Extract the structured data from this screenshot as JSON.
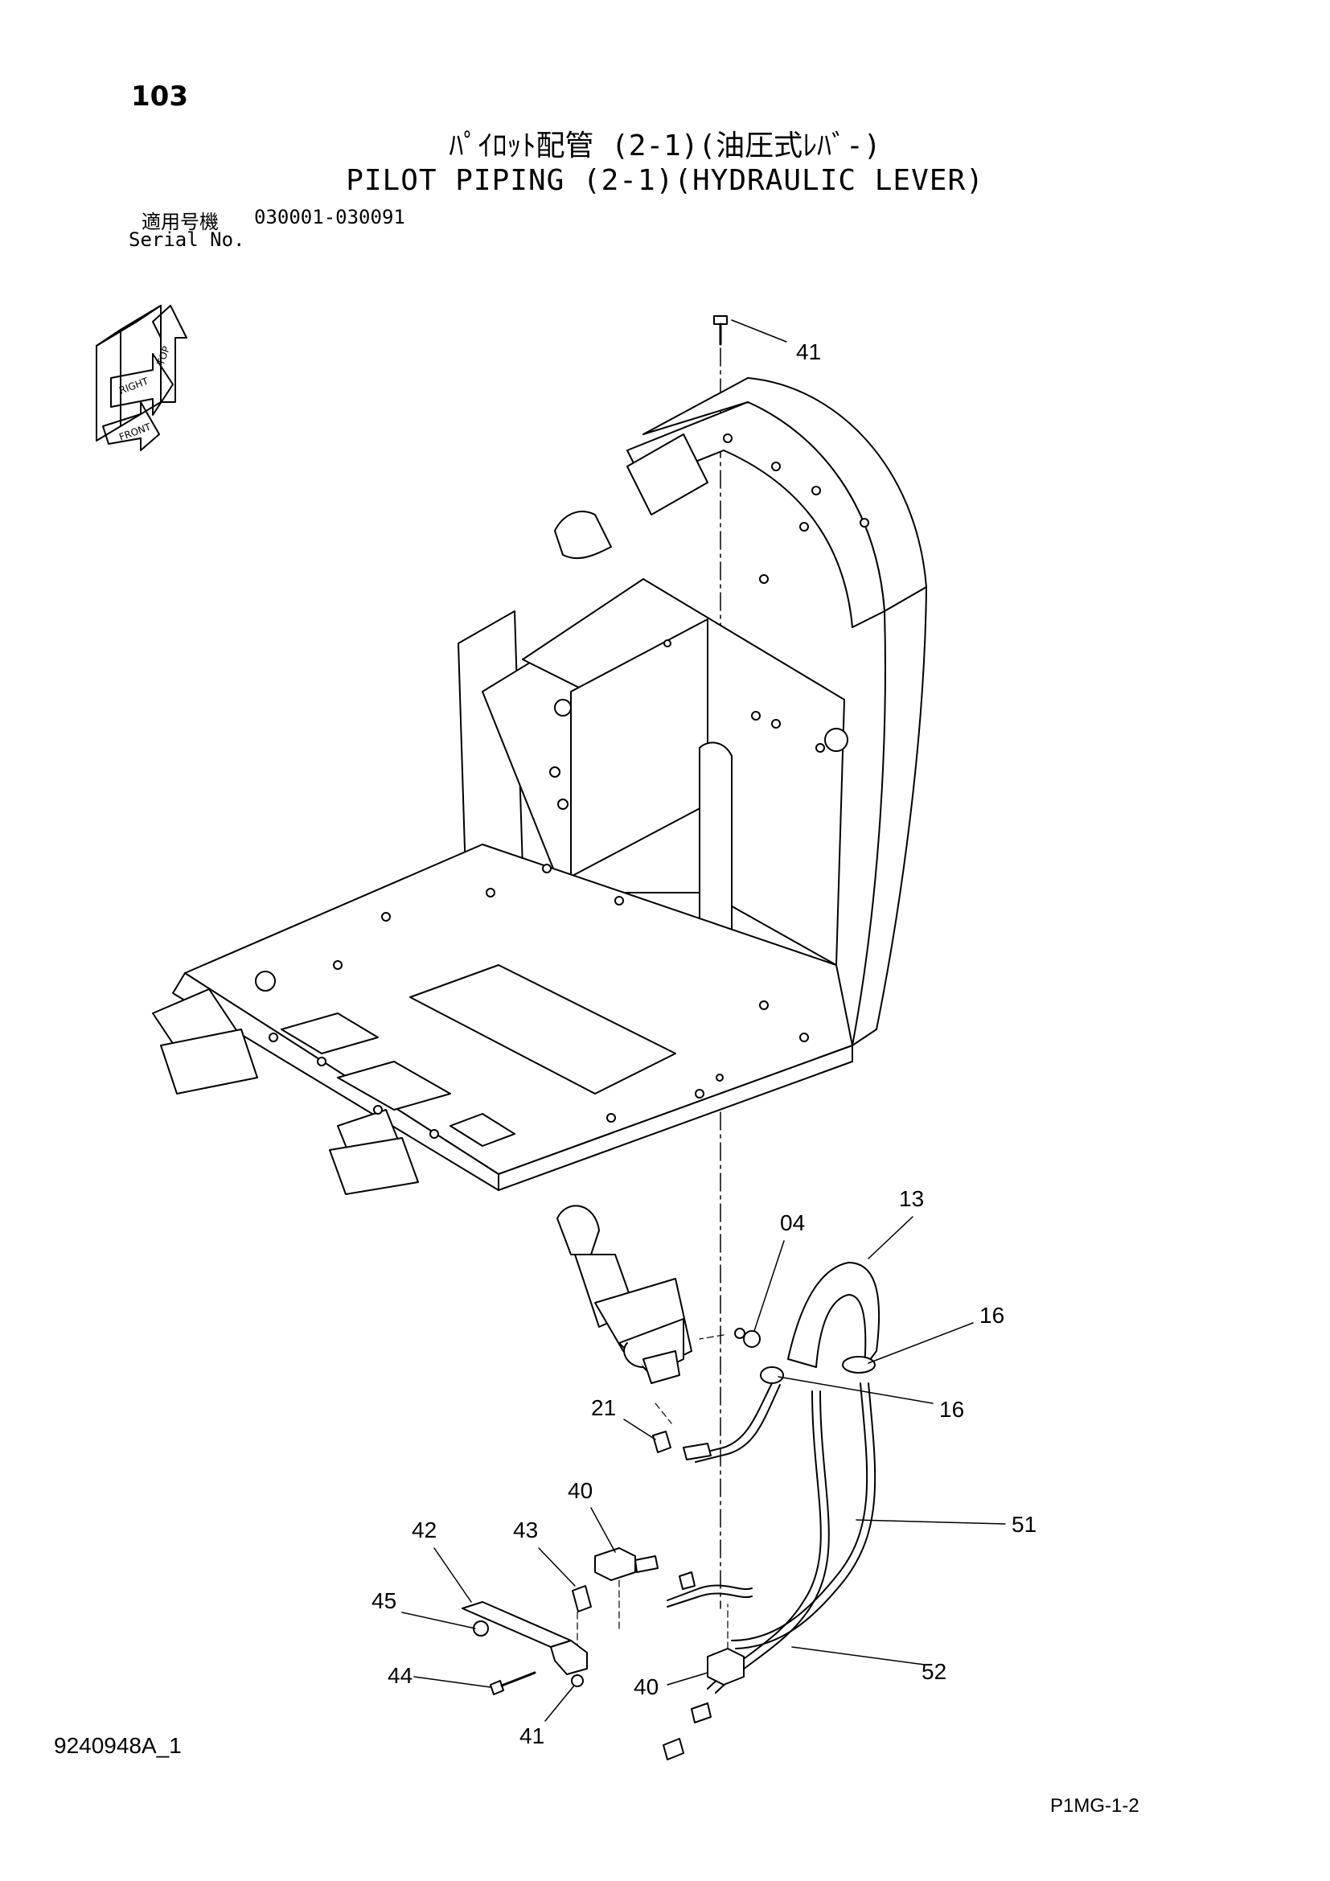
{
  "header": {
    "page_number": "103",
    "title_jp": "ﾊﾟｲﾛｯﾄ配管 (2-1)(油圧式ﾚﾊﾞ-)",
    "title_en": "PILOT PIPING (2-1)(HYDRAULIC LEVER)",
    "serial_label_jp": "適用号機",
    "serial_range": "030001-030091",
    "serial_label_en": "Serial No."
  },
  "orientation_icon": {
    "labels": [
      "TOP",
      "RIGHT",
      "FRONT"
    ]
  },
  "callouts": [
    {
      "id": "c41a",
      "label": "41"
    },
    {
      "id": "c13",
      "label": "13"
    },
    {
      "id": "c04",
      "label": "04"
    },
    {
      "id": "c16a",
      "label": "16"
    },
    {
      "id": "c16b",
      "label": "16"
    },
    {
      "id": "c21",
      "label": "21"
    },
    {
      "id": "c40a",
      "label": "40"
    },
    {
      "id": "c42",
      "label": "42"
    },
    {
      "id": "c43",
      "label": "43"
    },
    {
      "id": "c51",
      "label": "51"
    },
    {
      "id": "c45",
      "label": "45"
    },
    {
      "id": "c44",
      "label": "44"
    },
    {
      "id": "c52",
      "label": "52"
    },
    {
      "id": "c40b",
      "label": "40"
    },
    {
      "id": "c41b",
      "label": "41"
    }
  ],
  "footer": {
    "doc_code": "9240948A_1",
    "page_code": "P1MG-1-2"
  }
}
